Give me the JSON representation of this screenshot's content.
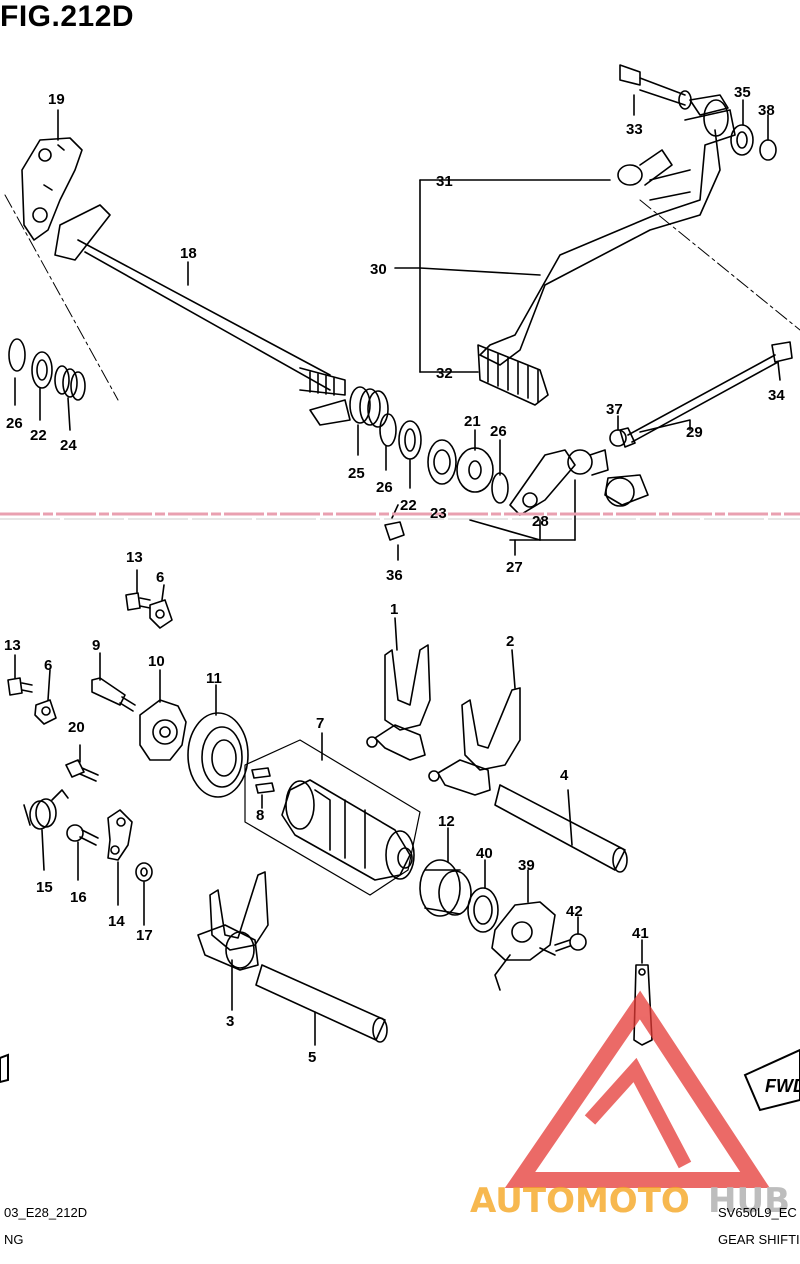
{
  "title": "FIG.212D",
  "footer": {
    "left_code": "03_E28_212D",
    "left_name": "NG",
    "right_code": "SV650L9_EC",
    "right_name": "GEAR SHIFTI"
  },
  "fwd_label": "FWD",
  "watermark": {
    "part1": "AUTOMOTO",
    "part2": "HUB",
    "color1": "#f5a623",
    "color2": "#bdbdbd",
    "logo_color": "#e53935"
  },
  "labels": [
    "19",
    "18",
    "26",
    "22",
    "24",
    "25",
    "26",
    "22",
    "23",
    "21",
    "26",
    "28",
    "27",
    "36",
    "30",
    "31",
    "33",
    "35",
    "38",
    "32",
    "34",
    "37",
    "29",
    "13",
    "6",
    "13",
    "6",
    "9",
    "10",
    "11",
    "20",
    "15",
    "16",
    "14",
    "17",
    "7",
    "8",
    "1",
    "2",
    "4",
    "3",
    "5",
    "12",
    "40",
    "39",
    "42",
    "41"
  ]
}
